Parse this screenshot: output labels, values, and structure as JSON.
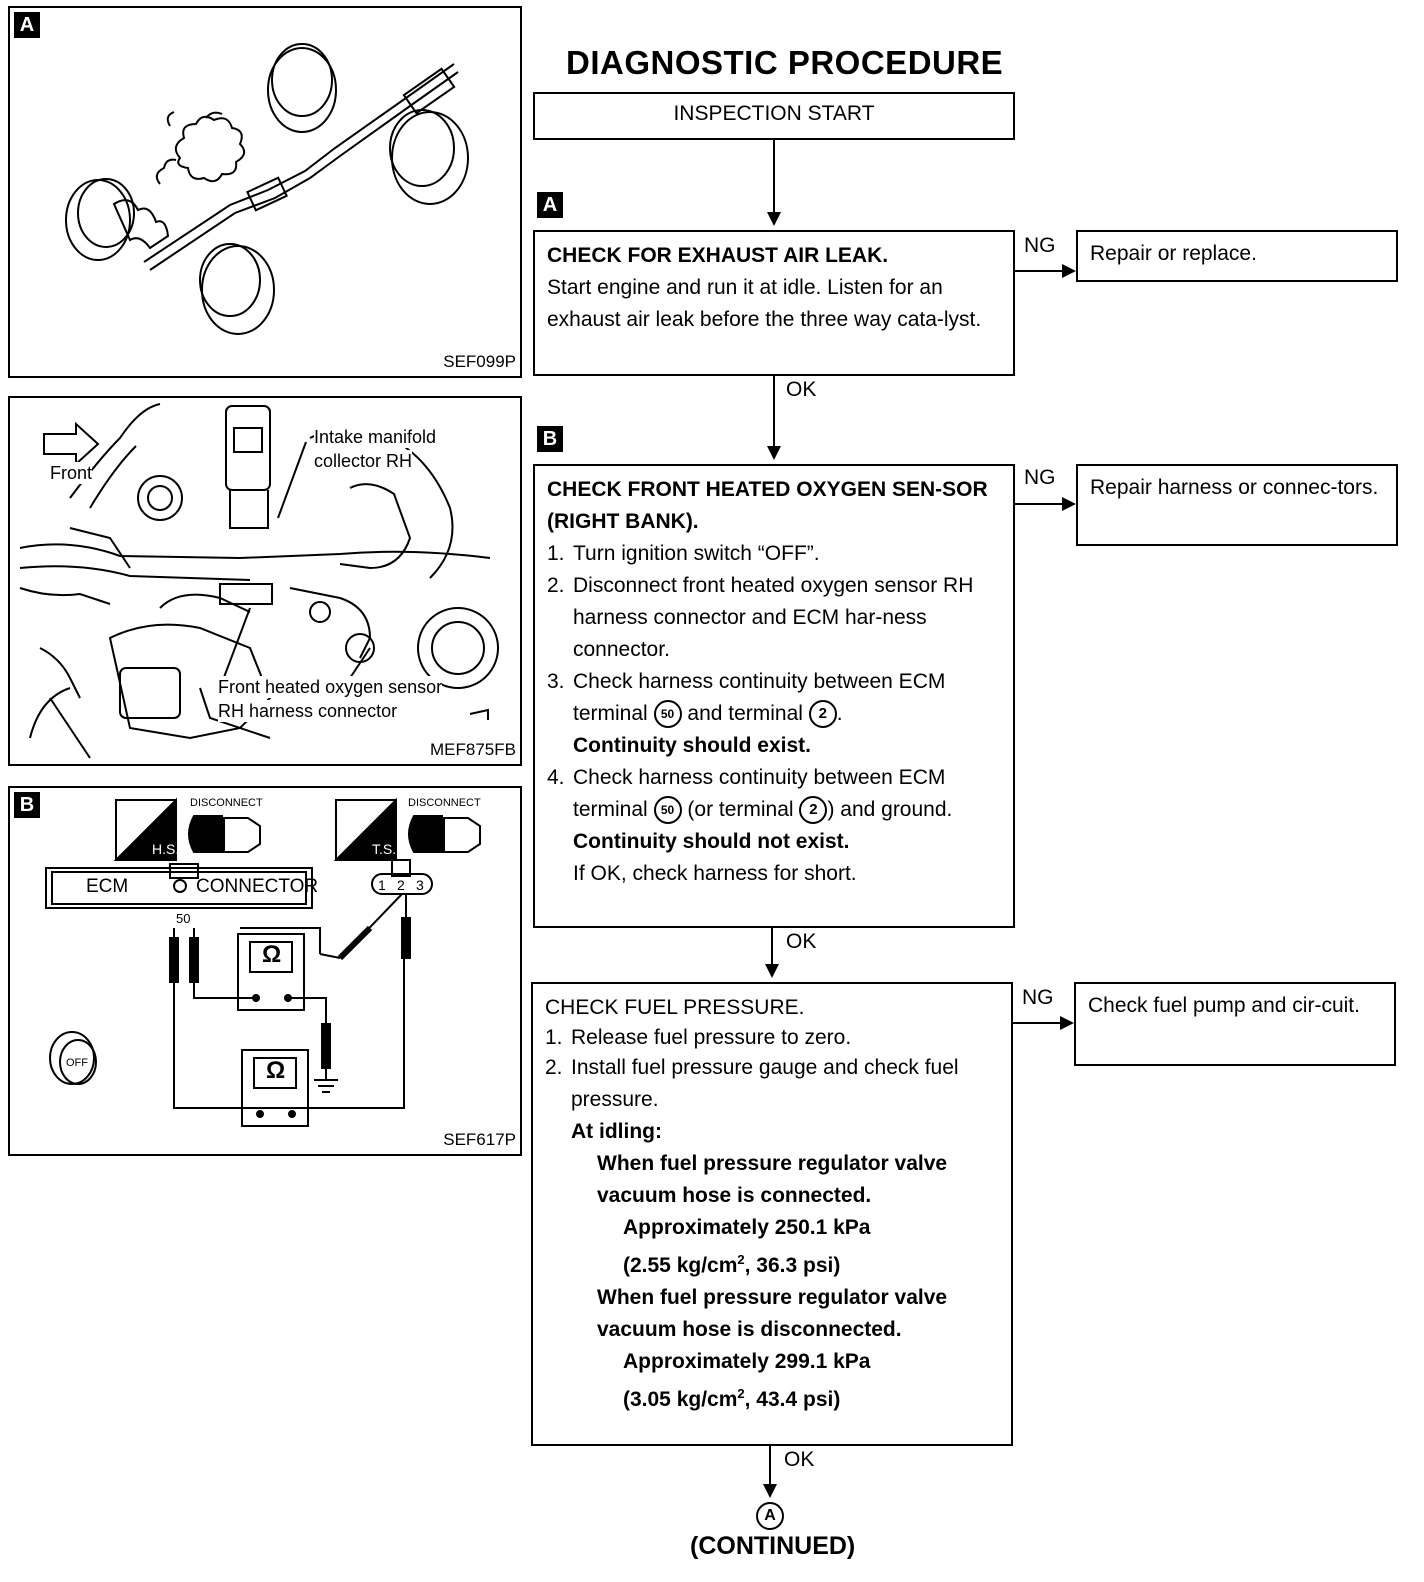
{
  "title": "DIAGNOSTIC PROCEDURE",
  "figures": {
    "fig_a": {
      "tag": "A",
      "code": "SEF099P"
    },
    "fig_engine": {
      "code": "MEF875FB",
      "front_label": "Front",
      "intake_label_1": "Intake manifold",
      "intake_label_2": "collector RH",
      "sensor_label_1": "Front heated oxygen sensor",
      "sensor_label_2": "RH harness connector"
    },
    "fig_b": {
      "tag": "B",
      "code": "SEF617P",
      "hs_label": "H.S.",
      "ts_label": "T.S.",
      "disconnect_1": "DISCONNECT",
      "disconnect_2": "DISCONNECT",
      "ecm_label": "ECM",
      "connector_label": "CONNECTOR",
      "pin_50": "50",
      "pin_1": "1",
      "pin_2": "2",
      "pin_3": "3",
      "ohm_1": "Ω",
      "ohm_2": "Ω",
      "key_label": "OFF"
    }
  },
  "flow": {
    "start": "INSPECTION START",
    "tag_a": "A",
    "tag_b": "B",
    "step_a": {
      "heading": "CHECK FOR EXHAUST AIR LEAK.",
      "body": "Start engine and run it at idle. Listen for an exhaust air leak before the three way cata-lyst."
    },
    "step_b": {
      "heading": "CHECK FRONT HEATED OXYGEN SEN-SOR (RIGHT BANK).",
      "s1_num": "1.",
      "s1": "Turn ignition switch “OFF”.",
      "s2_num": "2.",
      "s2": "Disconnect front heated oxygen sensor RH harness connector and ECM har-ness connector.",
      "s3_num": "3.",
      "s3_a": "Check harness continuity between ECM terminal",
      "s3_t1": "50",
      "s3_b": "and terminal",
      "s3_t2": "2",
      "s3_c": ".",
      "s3_result": "Continuity should exist.",
      "s4_num": "4.",
      "s4_a": "Check harness continuity between ECM terminal",
      "s4_t1": "50",
      "s4_b": "(or terminal",
      "s4_t2": "2",
      "s4_c": ") and ground.",
      "s4_result": "Continuity should not exist.",
      "s4_note": "If OK, check harness for short."
    },
    "step_c": {
      "heading": "CHECK FUEL PRESSURE.",
      "s1_num": "1.",
      "s1": "Release fuel pressure to zero.",
      "s2_num": "2.",
      "s2": "Install fuel pressure gauge and check fuel pressure.",
      "idling": "At idling:",
      "cond1": "When fuel pressure regulator valve vacuum hose is connected.",
      "val1": "Approximately 250.1 kPa",
      "val1b_pre": "(2.55 kg/cm",
      "val1b_sup": "2",
      "val1b_post": ", 36.3 psi)",
      "cond2": "When fuel pressure regulator valve vacuum hose is disconnected.",
      "val2": "Approximately 299.1 kPa",
      "val2b_pre": "(3.05 kg/cm",
      "val2b_sup": "2",
      "val2b_post": ", 43.4 psi)"
    },
    "ng_label_1": "NG",
    "ng_label_2": "NG",
    "ng_label_3": "NG",
    "ok_label_1": "OK",
    "ok_label_2": "OK",
    "ok_label_3": "OK",
    "ng_result_a": "Repair or replace.",
    "ng_result_b": "Repair harness or connec-tors.",
    "ng_result_c": "Check fuel pump and cir-cuit.",
    "continued_marker": "A",
    "continued": "(CONTINUED)"
  }
}
